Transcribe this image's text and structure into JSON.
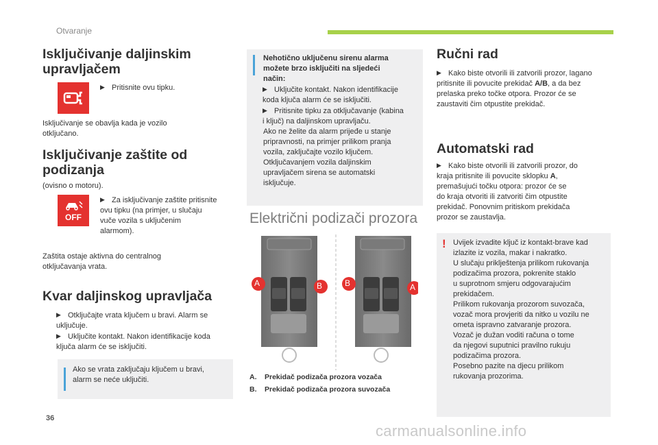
{
  "header": {
    "section": "Otvaranje",
    "page_number": "36",
    "accent_color": "#a8d14a"
  },
  "watermark": "carmanualsonline.info",
  "col1": {
    "s1_title_l1": "Isključivanje daljinskim",
    "s1_title_l2": "upravljačem",
    "s1_bullet": "Pritisnite ovu tipku.",
    "s1_text_l1": "Isključivanje se obavlja kada je vozilo",
    "s1_text_l2": "otključano.",
    "s2_title_l1": "Isključivanje zaštite od",
    "s2_title_l2": "podizanja",
    "s2_text": "(ovisno o motoru).",
    "s2_bullet_l1": "Za isključivanje zaštite pritisnite",
    "s2_bullet_l2": "ovu tipku (na primjer, u slučaju",
    "s2_bullet_l3": "vuče vozila s uključenim",
    "s2_bullet_l4": "alarmom).",
    "s2_icon_text": "OFF",
    "s2_after_l1": "Zaštita ostaje aktivna do centralnog",
    "s2_after_l2": "otključavanja vrata.",
    "s3_title": "Kvar daljinskog upravljača",
    "s3_b1_l1": "Otključajte vrata ključem u bravi. Alarm se",
    "s3_b1_l2": "uključuje.",
    "s3_b2_l1": "Uključite kontakt. Nakon identifikacije koda",
    "s3_b2_l2": "ključa alarm će se isključiti.",
    "s3_note_l1": "Ako se vrata zaključaju ključem u bravi,",
    "s3_note_l2": "alarm se neće uključiti."
  },
  "col2": {
    "note_l1": "Nehotično uključenu sirenu alarma",
    "note_l2": "možete brzo isključiti na sljedeći",
    "note_l3": "način:",
    "note_b1_l1": "Uključite kontakt. Nakon identifikacije",
    "note_b1_l2": "koda ključa alarm će se isključiti.",
    "note_b2_l1": "Pritisnite tipku za otključavanje (kabina",
    "note_b2_l2": "i ključ) na daljinskom upravljaču.",
    "note_p_l1": "Ako ne želite da alarm prijeđe u stanje",
    "note_p_l2": "pripravnosti, na primjer prilikom pranja",
    "note_p_l3": "vozila, zaključajte vozilo ključem.",
    "note_p_l4": "Otključavanjem vozila daljinskim",
    "note_p_l5": "upravljačem sirena se automatski",
    "note_p_l6": "isključuje.",
    "section_title": "Električni podizači prozora",
    "label_a": "A",
    "label_b": "B",
    "cap_a_key": "A.",
    "cap_a": "Prekidač podizača prozora vozača",
    "cap_b_key": "B.",
    "cap_b": "Prekidač podizača prozora suvozača"
  },
  "col3": {
    "s1_title": "Ručni rad",
    "s1_b_l1": "Kako biste otvorili ili zatvorili prozor, lagano",
    "s1_b_l2a": "pritisnite ili povucite prekidač ",
    "s1_b_l2b": "A/B",
    "s1_b_l2c": ", a da bez",
    "s1_b_l3": "prelaska preko točke otpora. Prozor će se",
    "s1_b_l4": "zaustaviti čim otpustite prekidač.",
    "s2_title": "Automatski rad",
    "s2_b_l1": "Kako biste otvorili ili zatvorili prozor, do",
    "s2_b_l2a": "kraja pritisnite ili povucite sklopku ",
    "s2_b_l2b": "A",
    "s2_b_l2c": ",",
    "s2_b_l3": "premašujući točku otpora: prozor će se",
    "s2_b_l4": "do kraja otvoriti ili zatvoriti čim otpustite",
    "s2_b_l5": "prekidač. Ponovnim pritiskom prekidača",
    "s2_b_l6": "prozor se zaustavlja.",
    "warn_lines": [
      "Uvijek izvadite ključ iz kontakt-brave kad",
      "izlazite iz vozila, makar i nakratko.",
      "U slučaju priklještenja prilikom rukovanja",
      "podizačima prozora, pokrenite staklo",
      "u suprotnom smjeru odgovarajućim",
      "prekidačem.",
      "Prilikom rukovanja prozorom suvozača,",
      "vozač mora provjeriti da nitko u vozilu ne",
      "ometa ispravno zatvaranje prozora.",
      "Vozač je dužan voditi računa o tome",
      "da njegovi suputnici pravilno rukuju",
      "podizačima prozora.",
      "Posebno pazite na djecu prilikom",
      "rukovanja prozorima."
    ]
  },
  "icons": {
    "bullet": "pointer-bullet",
    "remote": "car-remote-icon",
    "alarm_off": "alarm-off-icon",
    "info": "info-icon",
    "warning": "warning-icon"
  },
  "colors": {
    "icon_red": "#e4322f",
    "info_blue": "#4aa3d8",
    "note_bg": "#efeff0"
  }
}
